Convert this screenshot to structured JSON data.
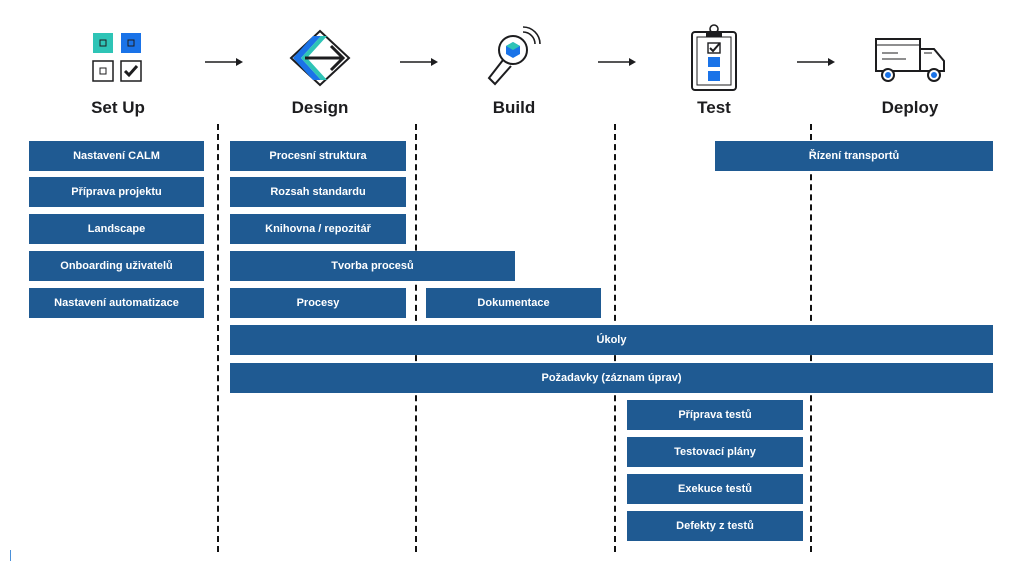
{
  "phases": [
    {
      "label": "Set Up",
      "icon": "setup-grid-icon"
    },
    {
      "label": "Design",
      "icon": "design-arrows-icon"
    },
    {
      "label": "Build",
      "icon": "build-wrench-icon"
    },
    {
      "label": "Test",
      "icon": "test-clipboard-icon"
    },
    {
      "label": "Deploy",
      "icon": "deploy-truck-icon"
    }
  ],
  "setup": {
    "calm": "Nastavení CALM",
    "project": "Příprava projektu",
    "landscape": "Landscape",
    "onboarding": "Onboarding uživatelů",
    "automation": "Nastavení automatizace"
  },
  "design": {
    "structure": "Procesní struktura",
    "scope": "Rozsah standardu",
    "library": "Knihovna / repozitář",
    "creation": "Tvorba procesů",
    "processes": "Procesy",
    "documentation": "Dokumentace"
  },
  "shared": {
    "tasks": "Úkoly",
    "requirements": "Požadavky (záznam úprav)"
  },
  "test": {
    "prep": "Příprava testů",
    "plans": "Testovací plány",
    "execution": "Exekuce testů",
    "defects": "Defekty z testů"
  },
  "deploy": {
    "transport": "Řízení transportů"
  },
  "colors": {
    "box": "#1f5a92",
    "teal": "#2ec4b6",
    "blue": "#1a73e8"
  }
}
